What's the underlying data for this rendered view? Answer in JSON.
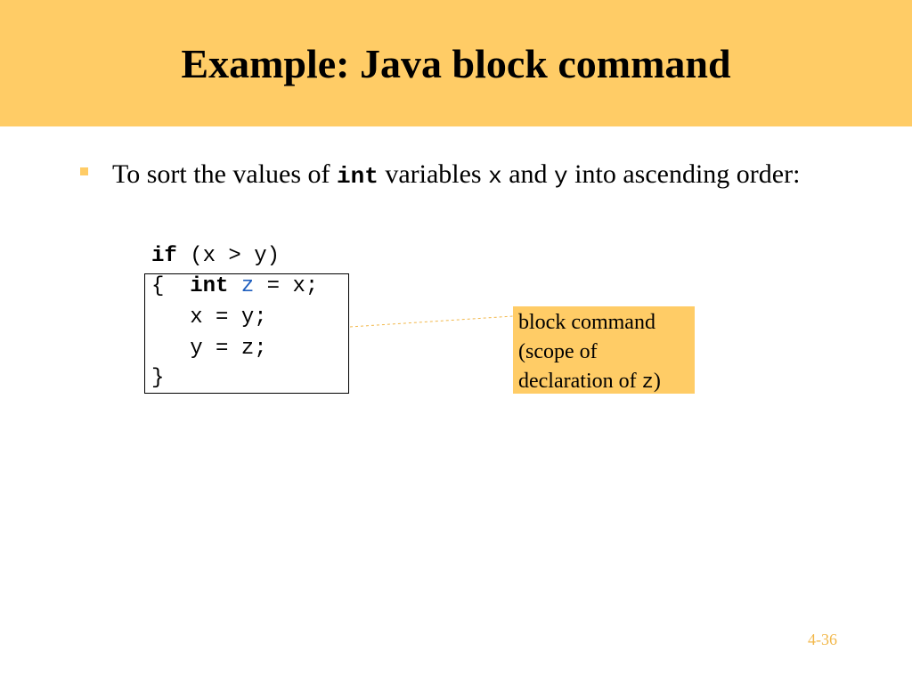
{
  "slide": {
    "title": "Example: Java block command",
    "bullet": {
      "prefix": "To sort the values of ",
      "kw_int": "int",
      "mid": " variables ",
      "var_x": "x",
      "and": " and ",
      "var_y": "y",
      "suffix": " into ascending order:"
    },
    "code": {
      "line1_kw": "if",
      "line1_rest": " (x > y)",
      "line2_brace": "{  ",
      "line2_kw": "int",
      "line2_sp": " ",
      "line2_var": "z",
      "line2_rest": " = x;",
      "line3": "   x = y;",
      "line4": "   y = z;",
      "line5": "}"
    },
    "callout": {
      "line1": "block command",
      "line2": "(scope of",
      "line3_text": "declaration of ",
      "line3_var": "z",
      "line3_close": ")"
    },
    "page_number": "4-36"
  },
  "colors": {
    "accent": "#FFCC66",
    "variable_blue": "#1F5FBF",
    "page_number": "#F2B84B"
  }
}
